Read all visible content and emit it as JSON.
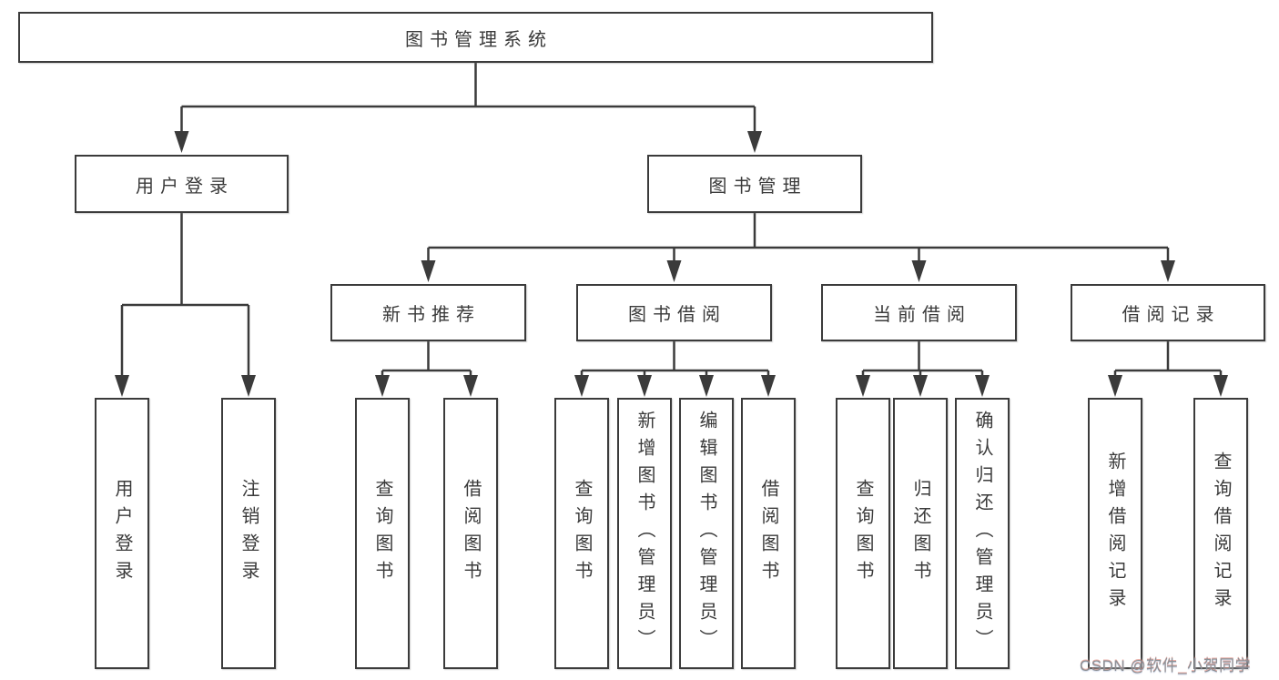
{
  "diagram": {
    "type": "hierarchy-tree",
    "colors": {
      "line": "#3b3b3b",
      "box_border": "#3b3b3b",
      "box_fill": "#ffffff",
      "text": "#3a3a3a",
      "background": "#ffffff",
      "watermark": "#8d9196"
    },
    "nodes": {
      "root": "图书管理系统",
      "level2": [
        "用户登录",
        "图书管理"
      ],
      "level3": [
        "新书推荐",
        "图书借阅",
        "当前借阅",
        "借阅记录"
      ],
      "leaves": [
        "用户登录",
        "注销登录",
        "查询图书",
        "借阅图书",
        "查询图书",
        "新增图书（管理员）",
        "编辑图书（管理员）",
        "借阅图书",
        "查询图书",
        "归还图书",
        "确认归还（管理员）",
        "新增借阅记录",
        "查询借阅记录"
      ]
    },
    "watermark": "CSDN @软件_小贺同学"
  }
}
